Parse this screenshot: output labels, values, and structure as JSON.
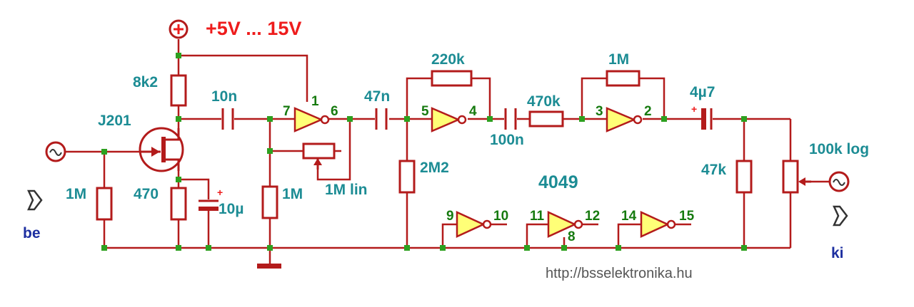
{
  "supply": {
    "voltage_range": "+5V ... 15V"
  },
  "labels": {
    "r_8k2": "8k2",
    "c_10n": "10n",
    "q_j201": "J201",
    "r_1m_gate": "1M",
    "r_470": "470",
    "c_10u": "10µ",
    "r_1m_bias": "1M",
    "pot_1m_lin": "1M lin",
    "c_47n": "47n",
    "r_220k": "220k",
    "r_2m2": "2M2",
    "c_100n": "100n",
    "r_470k": "470k",
    "r_1m_fb": "1M",
    "c_4u7": "4µ7",
    "r_47k": "47k",
    "pot_100k_log": "100k log",
    "ic": "4049",
    "input": "be",
    "output": "ki"
  },
  "pins": {
    "g1_in": "7",
    "g1_out": "6",
    "g1_supply": "1",
    "g2_in": "5",
    "g2_out": "4",
    "g3_in": "3",
    "g3_out": "2",
    "g4_in": "9",
    "g4_out": "10",
    "g5_in": "11",
    "g5_out": "12",
    "g5_gnd": "8",
    "g6_in": "14",
    "g6_out": "15"
  },
  "watermark": "http://bsselektronika.hu",
  "colors": {
    "wire": "#b31b1b",
    "gate_fill": "#ffff77",
    "node": "#2da01f",
    "component_label": "#1c8c94",
    "pin_label": "#167a0f",
    "supply_label": "#ee1c1c",
    "io_label": "#1d2fa0"
  }
}
